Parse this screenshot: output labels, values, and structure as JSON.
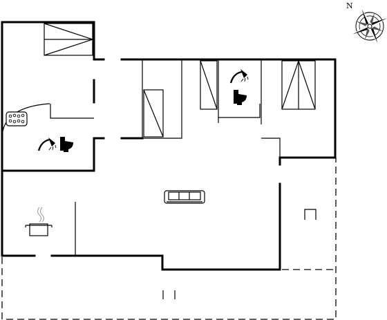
{
  "compass": {
    "north_label": "N"
  },
  "rooms": [
    {
      "name": "bedroom-top-left",
      "furniture": [
        "single-bed"
      ]
    },
    {
      "name": "bathroom-left",
      "furniture": [
        "whirlpool-bath",
        "shower",
        "toilet"
      ]
    },
    {
      "name": "bedroom-center",
      "furniture": [
        "single-bed"
      ]
    },
    {
      "name": "bedroom-center-right",
      "furniture": [
        "single-bed"
      ]
    },
    {
      "name": "bathroom-right",
      "furniture": [
        "shower",
        "toilet"
      ]
    },
    {
      "name": "bedroom-right",
      "furniture": [
        "double-bed"
      ]
    },
    {
      "name": "kitchen",
      "furniture": [
        "cooking-pot"
      ]
    },
    {
      "name": "living-room",
      "furniture": [
        "sofa"
      ]
    },
    {
      "name": "covered-terrace",
      "furniture": [
        "outdoor-furniture"
      ]
    },
    {
      "name": "terrace",
      "furniture": [
        "outdoor-furniture"
      ]
    }
  ]
}
